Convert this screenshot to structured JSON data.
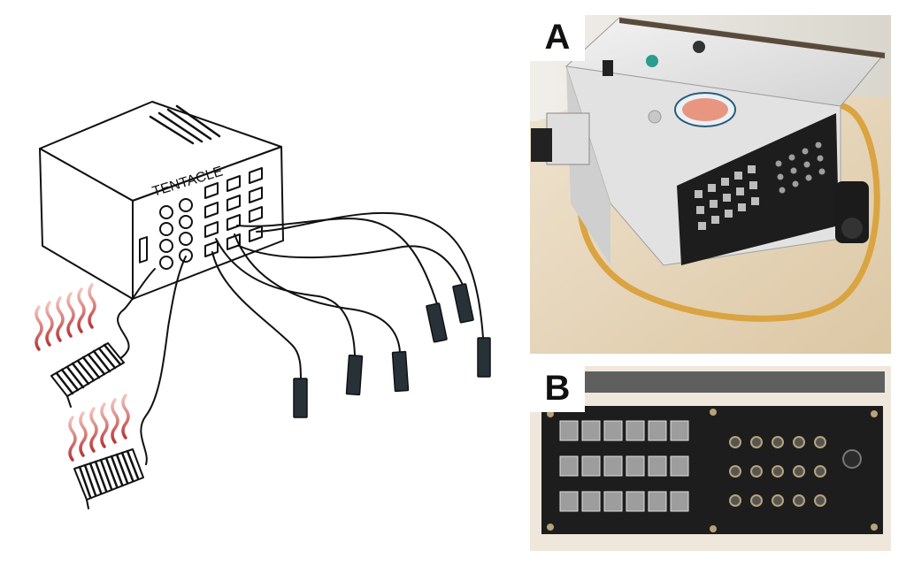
{
  "device": {
    "name": "TENTACLE"
  },
  "panels": [
    {
      "label": "A"
    },
    {
      "label": "B"
    }
  ],
  "colors": {
    "line": "#111111",
    "heat": "#c0392b",
    "cable": "#d9a441",
    "enclosure": "#e6e6e6",
    "panel_black": "#1d1d1d",
    "probe": "#263238",
    "table": "#e8d7bd"
  }
}
